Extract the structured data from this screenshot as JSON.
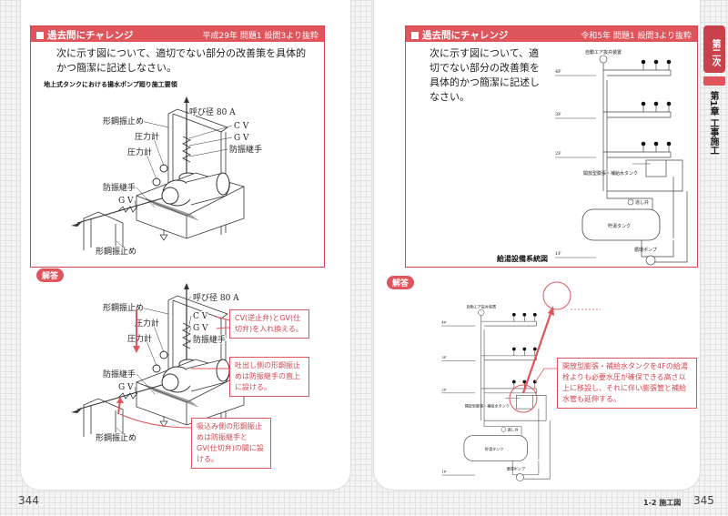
{
  "left": {
    "page_number": "344",
    "challenge": {
      "title": "過去問にチャレンジ",
      "source": "平成29年 問題1 設問3より抜粋",
      "question": "次に示す図について、適切でない部分の改善策を具体的かつ簡潔に記述しなさい。",
      "caption": "地上式タンクにおける揚水ポンプ廻り施工要領",
      "labels": [
        "呼び径 80 A",
        "C V",
        "G V",
        "防振継手",
        "形鋼振止め",
        "圧力計",
        "圧力計",
        "防振継手",
        "G V",
        "形鋼振止め"
      ]
    },
    "answer": {
      "badge": "解答",
      "labels": [
        "呼び径 80 A",
        "C V",
        "G V",
        "防振継手",
        "形鋼振止め",
        "圧力計",
        "圧力計",
        "防振継手",
        "G V",
        "形鋼振止め"
      ],
      "callouts": [
        "CV(逆止弁)とGV(仕切弁)を入れ換える。",
        "吐出し側の形鋼振止めは防振継手の直上に設ける。",
        "吸込み側の形鋼振止めは防振継手とGV(仕切弁)の間に設ける。"
      ]
    }
  },
  "right": {
    "page_number": "345",
    "section": "1-2 施工図",
    "challenge": {
      "title": "過去問にチャレンジ",
      "source": "令和5年 問題1 設問3より抜粋",
      "question": "次に示す図について、適切でない部分の改善策を具体的かつ簡潔に記述しなさい。",
      "caption": "給湯設備系統図",
      "diagram": {
        "air_vent": "自動エア抜弁装置",
        "floors": [
          "4F",
          "3F",
          "2F",
          "1F"
        ],
        "expansion_tank": "開放型膨張・補給水タンク",
        "relief_valve": "逃し弁",
        "storage_tank": "貯湯タンク",
        "pump": "循環ポンプ"
      }
    },
    "answer": {
      "badge": "解答",
      "callout": "開放型膨張・補給水タンクを4Fの給湯栓よりも必要水圧が確保できる高さ以上に移設し、それに伴い膨張管と補給水管も延伸する。"
    }
  },
  "side_tab": {
    "part": "第二次",
    "chapter": "第1章 工事施工"
  },
  "colors": {
    "accent": "#e0555c",
    "accent_dark": "#d9434f"
  }
}
